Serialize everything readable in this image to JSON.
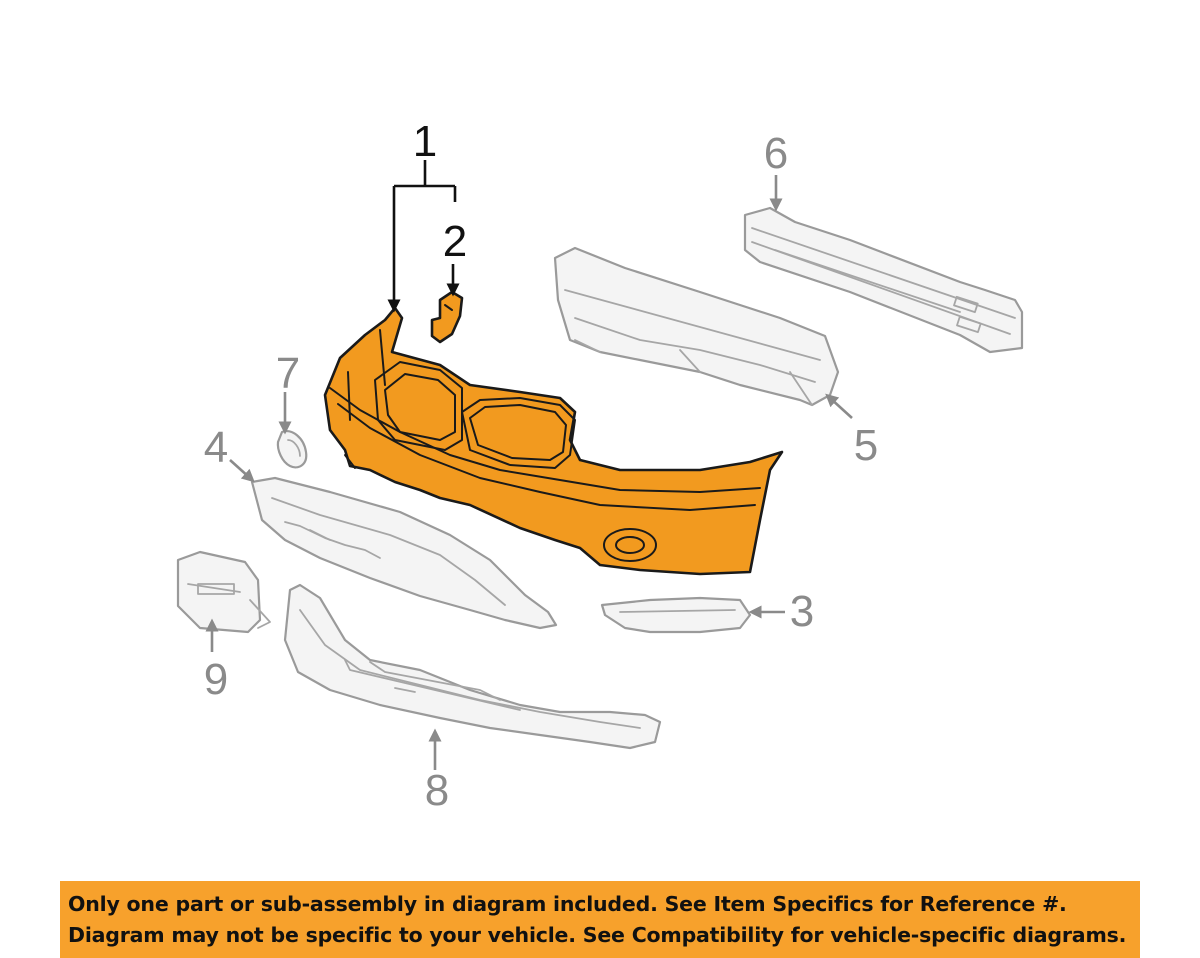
{
  "callouts": {
    "c1": "1",
    "c2": "2",
    "c3": "3",
    "c4": "4",
    "c5": "5",
    "c6": "6",
    "c7": "7",
    "c8": "8",
    "c9": "9"
  },
  "colors": {
    "highlight": "#f29a1f",
    "banner": "#f7a12c",
    "part_outline": "#9a9a9a",
    "callout_active": "#111111",
    "callout_inactive": "#8a8a8a"
  },
  "banner": {
    "line1": "Only one part or sub-assembly in diagram included. See Item Specifics for Reference #.",
    "line2": "Diagram may not be specific to your vehicle. See Compatibility for vehicle-specific diagrams."
  }
}
